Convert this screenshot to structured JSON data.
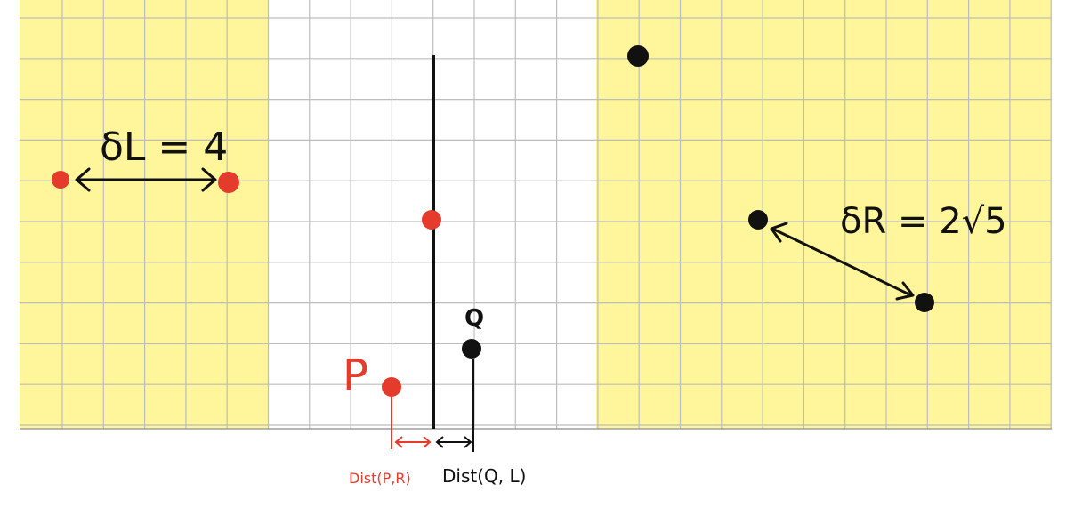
{
  "labels": {
    "delta_left": "δL = 4",
    "delta_right": "δR = 2√5",
    "point_p": "P",
    "point_q": "Q",
    "dist_p": "Dist(P,R)",
    "dist_q": "Dist(Q, L)"
  },
  "colors": {
    "highlight": "#fff59a",
    "grid": "#bdbdbd",
    "red": "#e53b2c",
    "black": "#111111"
  }
}
